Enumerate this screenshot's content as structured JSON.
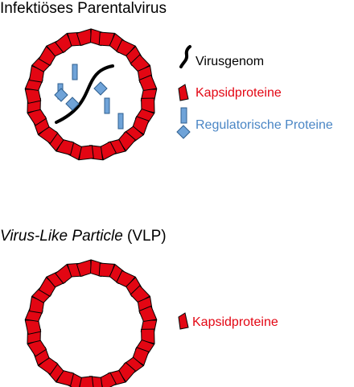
{
  "top": {
    "title": "Infektiöses Parentalvirus"
  },
  "vlp": {
    "title_italic": "Virus-Like Particle",
    "title_suffix": " (VLP)"
  },
  "legend_top": [
    {
      "icon": "genome-icon",
      "label": "Virusgenom",
      "color": "#000000"
    },
    {
      "icon": "capsid-protein-icon",
      "label": "Kapsidproteine",
      "color": "#e30613"
    },
    {
      "icon": "regulatory-protein-icon",
      "label": "Regulatorische Proteine",
      "color": "#4a86c5"
    }
  ],
  "legend_vlp": [
    {
      "icon": "capsid-protein-icon",
      "label": "Kapsidproteine",
      "color": "#e30613"
    }
  ],
  "colors": {
    "capsid_fill": "#e30613",
    "capsid_stroke": "#000000",
    "regulatory_fill": "#6fa3d8",
    "regulatory_stroke": "#2f5f8f",
    "genome": "#000000"
  }
}
